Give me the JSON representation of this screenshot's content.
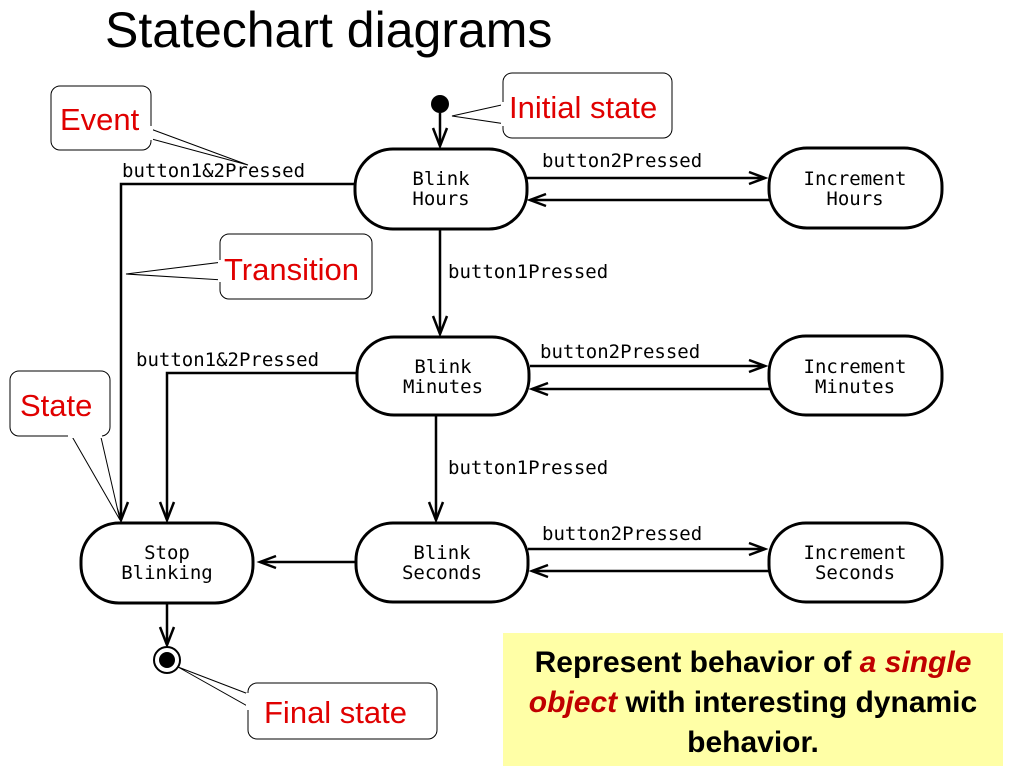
{
  "title": "Statechart diagrams",
  "states": {
    "blink_hours": [
      "Blink",
      "Hours"
    ],
    "increment_hours": [
      "Increment",
      "Hours"
    ],
    "blink_minutes": [
      "Blink",
      "Minutes"
    ],
    "increment_minutes": [
      "Increment",
      "Minutes"
    ],
    "blink_seconds": [
      "Blink",
      "Seconds"
    ],
    "increment_seconds": [
      "Increment",
      "Seconds"
    ],
    "stop_blinking": [
      "Stop",
      "Blinking"
    ]
  },
  "events": {
    "hours_both": "button1&2Pressed",
    "minutes_both": "button1&2Pressed",
    "hours_b2": "button2Pressed",
    "minutes_b2": "button2Pressed",
    "seconds_b2": "button2Pressed",
    "hours_b1": "button1Pressed",
    "minutes_b1": "button1Pressed"
  },
  "callouts": {
    "event": "Event",
    "initial_state": "Initial state",
    "transition": "Transition",
    "state": "State",
    "final_state": "Final state"
  },
  "note": {
    "part1": "Represent behavior of ",
    "part2": "a single object",
    "part3": " with interesting dynamic behavior."
  },
  "colors": {
    "callout_text": "#e00000",
    "note_background": "#ffffa6",
    "note_emphasis": "#c00000"
  }
}
